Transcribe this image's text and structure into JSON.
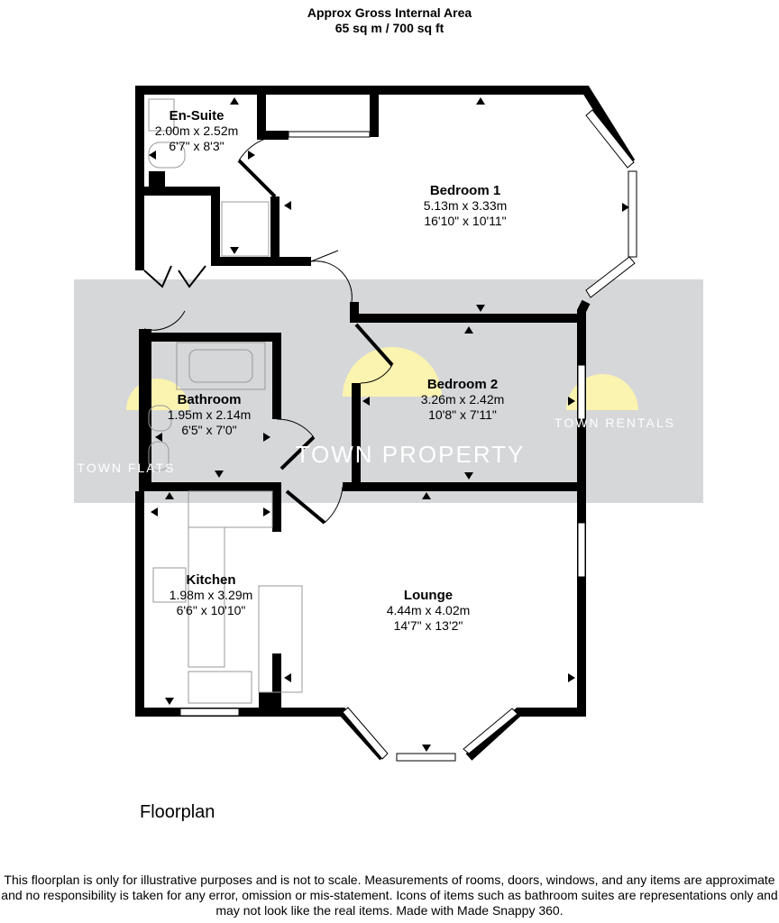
{
  "header": {
    "line1": "Approx Gross Internal Area",
    "line2": "65 sq m / 700 sq ft"
  },
  "watermarks": {
    "left": "TOWN FLATS",
    "center": "TOWN PROPERTY",
    "right": "TOWN RENTALS",
    "logo_color": "#fbf3b0",
    "band_color": "#d5d7d9"
  },
  "rooms": {
    "ensuite": {
      "name": "En-Suite",
      "metric": "2.00m x 2.52m",
      "imperial": "6'7\" x 8'3\""
    },
    "bedroom1": {
      "name": "Bedroom 1",
      "metric": "5.13m x 3.33m",
      "imperial": "16'10\" x 10'11\""
    },
    "bedroom2": {
      "name": "Bedroom 2",
      "metric": "3.26m x 2.42m",
      "imperial": "10'8\" x 7'11\""
    },
    "bathroom": {
      "name": "Bathroom",
      "metric": "1.95m x 2.14m",
      "imperial": "6'5\" x 7'0\""
    },
    "kitchen": {
      "name": "Kitchen",
      "metric": "1.98m x 3.29m",
      "imperial": "6'6\" x 10'10\""
    },
    "lounge": {
      "name": "Lounge",
      "metric": "4.44m x 4.02m",
      "imperial": "14'7\" x 13'2\""
    }
  },
  "floor_label": "Floorplan",
  "disclaimer": "This floorplan is only for illustrative purposes and is not to scale. Measurements of rooms, doors, windows, and any items are approximate and no responsibility is taken for any error, omission or mis-statement. Icons of items such as bathroom suites are representations only and may not look like the real items. Made with Made Snappy 360."
}
